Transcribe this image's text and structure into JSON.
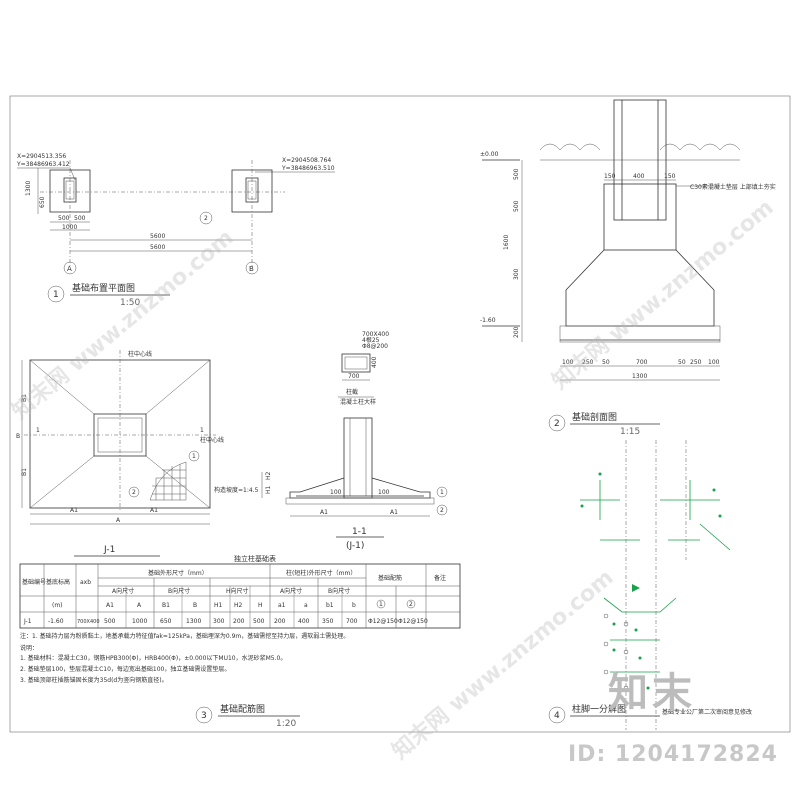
{
  "plan": {
    "coord1_x": "X=2904513.356",
    "coord1_y": "Y=38486963.412",
    "coord2_x": "X=2904508.764",
    "coord2_y": "Y=38486963.510",
    "dim_500a": "500",
    "dim_500b": "500",
    "dim_1000": "1000",
    "dim_5600a": "5600",
    "dim_5600b": "5600",
    "dim_1300": "1300",
    "dim_650": "650",
    "axis_a": "A",
    "axis_b": "B",
    "marker_2": "2",
    "number": "1",
    "title": "基础布置平面图",
    "scale": "1:50"
  },
  "section": {
    "el_top": "±0.00",
    "el_bottom": "-1.60",
    "note": "C30素混凝土垫层 上部填土夯实",
    "dim_150a": "150",
    "dim_400": "400",
    "dim_150b": "150",
    "dim_500": "500",
    "dim_500b": "500",
    "dim_1600": "1600",
    "dim_300": "300",
    "dim_200": "200",
    "bottom_dims": [
      "100",
      "250",
      "50",
      "700",
      "50",
      "250",
      "100"
    ],
    "dim_1300": "1300",
    "number": "2",
    "title": "基础剖面图",
    "scale": "1:15"
  },
  "detail": {
    "col_center": "柱中心线",
    "col_center2": "柱中心线",
    "col_section_label": "柱截",
    "col_size": "700X400",
    "col_spec1": "4根25",
    "col_spec2": "Φ8@200",
    "dim_400": "400",
    "dim_700": "700",
    "note_below": "混凝土柱大样",
    "circle_1": "1",
    "circle_2": "2",
    "a1": "A1",
    "a1b": "A1",
    "a_total": "A",
    "b1": "B1",
    "b1b": "B1",
    "b_total": "B",
    "cut": "1",
    "name": "J-1",
    "sec_title": "1-1",
    "sec_sub": "(J-1)",
    "slope_note": "构造坡度=1:4.5",
    "h1": "H1",
    "h2": "H2",
    "s_a1": "A1",
    "s_a1b": "A1",
    "s_100a": "100",
    "s_100b": "100",
    "s_c1": "1",
    "s_c2": "2"
  },
  "table": {
    "title": "独立柱基础表",
    "h_no": "基础编号",
    "h_elev": "基底标高",
    "h_axb": "axb",
    "h_base": "基础外形尺寸（mm）",
    "h_col": "柱(短柱)外形尺寸（mm）",
    "h_rebar": "基础配筋",
    "h_remark": "备注",
    "h_a": "A向尺寸",
    "h_b": "B向尺寸",
    "h_h": "H向尺寸",
    "h_ca": "A向尺寸",
    "h_cb": "B向尺寸",
    "h_m": "(m)",
    "sub": [
      "A1",
      "A",
      "B1",
      "B",
      "H1",
      "H2",
      "H",
      "a1",
      "a",
      "b1",
      "b"
    ],
    "c1": "1",
    "c2": "2",
    "row": [
      "J-1",
      "-1.60",
      "700X400",
      "500",
      "1000",
      "650",
      "1300",
      "300",
      "200",
      "500",
      "200",
      "400",
      "350",
      "700",
      "Φ12@150",
      "Φ12@150",
      ""
    ]
  },
  "notes": {
    "n0": "注：1. 基础持力层为粉质黏土，地基承载力特征值fak=125kPa，基础埋深为0.9m，基础需挖至持力层，遇软弱土需处理。",
    "n1": "说明：",
    "n2": "1. 基础材料：混凝土C30，钢筋HPB300(Φ)，HRB400(Φ)，±0.000以下MU10，水泥砂浆M5.0。",
    "n3": "2. 基础垫层100，垫层混凝土C10，每边宽出基础100，独立基础需设置垫层。",
    "n4": "3. 基础顶部柱插筋锚固长度为35d(d为竖向钢筋直径)。",
    "number": "3",
    "title": "基础配筋图",
    "scale": "1:20"
  },
  "foot": {
    "number": "4",
    "title": "柱脚一分解图",
    "note": "基础专业公厂第二次审阅意见修改"
  },
  "watermark": {
    "text": "知末网 www.znzmo.com",
    "logo": "知末",
    "id": "ID: 1204172824"
  }
}
